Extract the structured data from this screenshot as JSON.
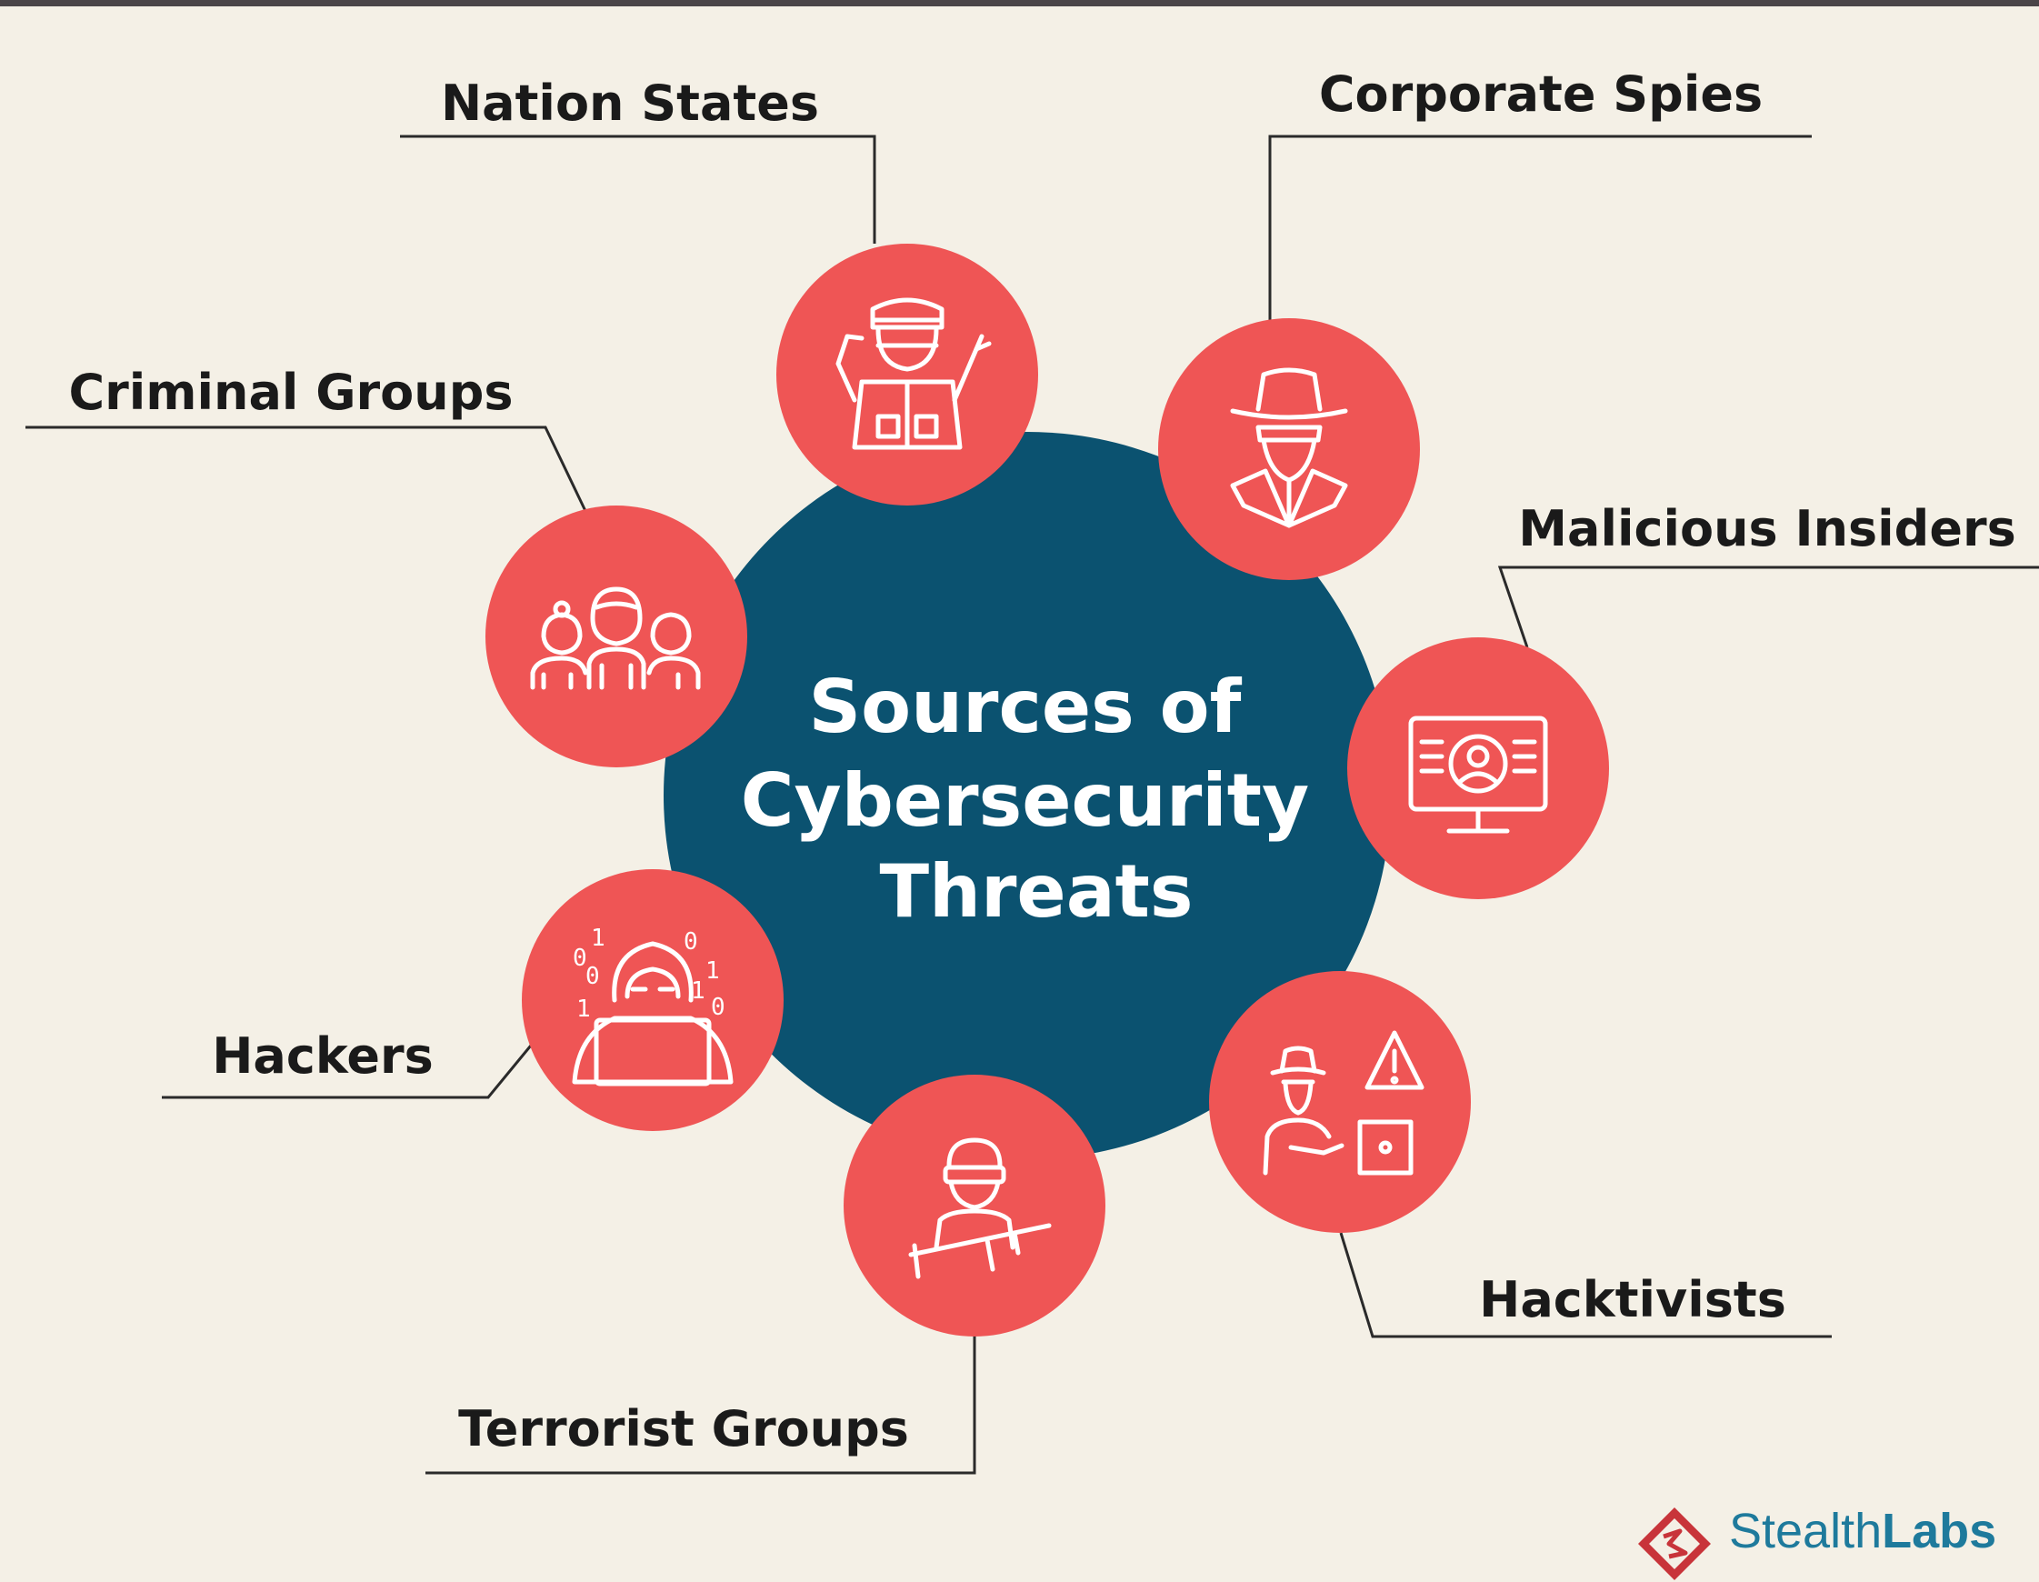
{
  "title_lines": [
    "Sources of",
    "Cybersecurity",
    "Threats"
  ],
  "nodes": [
    {
      "key": "nation_states",
      "label": "Nation States",
      "icon": "soldier-icon"
    },
    {
      "key": "corporate_spies",
      "label": "Corporate Spies",
      "icon": "spy-icon"
    },
    {
      "key": "malicious_insiders",
      "label": "Malicious Insiders",
      "icon": "monitor-user-icon"
    },
    {
      "key": "hacktivists",
      "label": "Hacktivists",
      "icon": "hacktivist-warning-icon"
    },
    {
      "key": "terrorist_groups",
      "label": "Terrorist Groups",
      "icon": "armed-person-icon"
    },
    {
      "key": "hackers",
      "label": "Hackers",
      "icon": "hooded-hacker-icon"
    },
    {
      "key": "criminal_groups",
      "label": "Criminal Groups",
      "icon": "group-people-icon"
    }
  ],
  "brand": {
    "part1": "Stealth",
    "part2": "Labs",
    "icon": "stealthlabs-logo-icon"
  },
  "colors": {
    "background": "#f4f0e6",
    "frame": "#4a4548",
    "center_circle": "#0b5270",
    "node_circle": "#ef5555",
    "text": "#1a1a1a",
    "brand_blue": "#1e7a9c",
    "brand_red": "#c8343a"
  }
}
